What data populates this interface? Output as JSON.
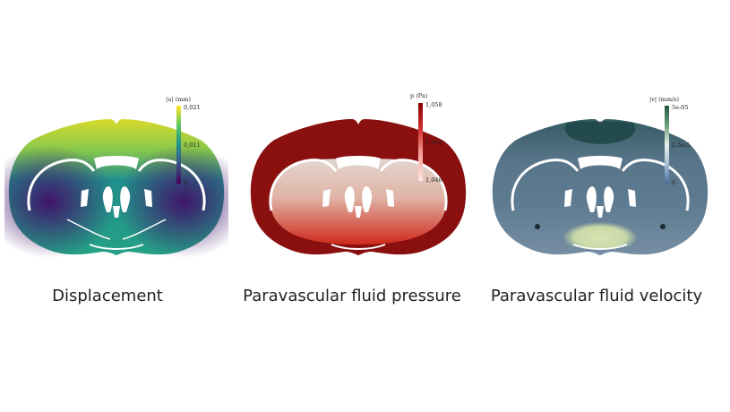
{
  "panels": [
    {
      "caption": "Displacement",
      "colorbar": {
        "title": "|u| (mm)",
        "max": "0,021",
        "mid": "0,011",
        "min": "0"
      },
      "colors": {
        "base": "#1f8a8a",
        "top": "#e3dc2a",
        "side": "#47226e",
        "bottom": "#20a486"
      }
    },
    {
      "caption": "Paravascular fluid pressure",
      "colorbar": {
        "title": "p (Pa)",
        "max": "1,058",
        "mid": "1,052",
        "min": "1,046"
      },
      "colors": {
        "base": "#8b1212",
        "inner_top": "#ddccc6",
        "inner_bottom": "#d33020"
      }
    },
    {
      "caption": "Paravascular fluid velocity",
      "colorbar": {
        "title": "|v| (mm/s)",
        "max": "5e-05",
        "mid": "2.5e-5",
        "min": "0"
      },
      "colors": {
        "base": "#4d6a7e",
        "top": "#1c4a4e",
        "bottom": "#cfdcae"
      }
    }
  ]
}
